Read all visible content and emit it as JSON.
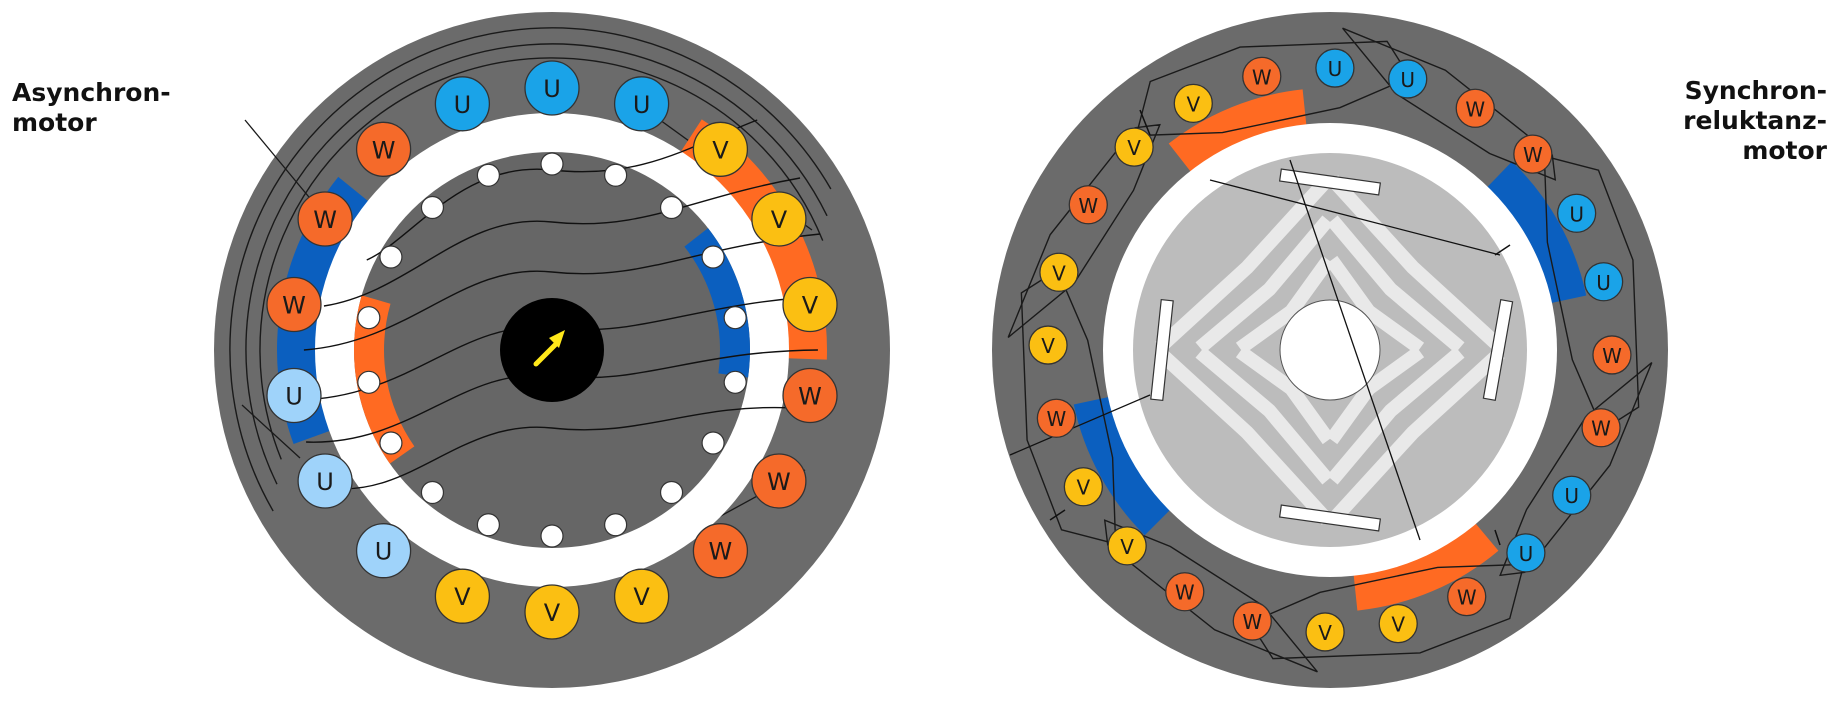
{
  "labels": {
    "left": [
      "Asynchron-",
      "motor"
    ],
    "right": [
      "Synchron-",
      "reluktanz-",
      "motor"
    ]
  },
  "phases": {
    "U": {
      "letter": "U",
      "color": "#1aa3e8",
      "light": "#9fd3fa"
    },
    "V": {
      "letter": "V",
      "color": "#fbbf12"
    },
    "W": {
      "letter": "W",
      "color": "#f56a2a"
    }
  },
  "colors": {
    "stator": "#6b6b6b",
    "rotor_left": "#666666",
    "shaft": "#000000",
    "airgap": "#ffffff",
    "orange_band": "#ff6a22",
    "blue_band": "#0b5fbf",
    "arrow": "#ffe81a",
    "rotor_right": "#bcbcbc",
    "barrier": "#e9e9e9"
  },
  "icons": {
    "direction": "arrow-icon"
  },
  "motors": {
    "left": {
      "coils": [
        "U",
        "U",
        "U",
        "V",
        "V",
        "V",
        "W",
        "W",
        "W",
        "V",
        "V",
        "V",
        "U",
        "U",
        "U",
        "W",
        "W",
        "W"
      ],
      "light_U_coils": [
        12,
        13,
        14
      ]
    },
    "right": {
      "coils": [
        "W",
        "U",
        "U",
        "W",
        "W",
        "U",
        "U",
        "W",
        "W",
        "U",
        "U",
        "W",
        "V",
        "V",
        "W",
        "W",
        "V",
        "V",
        "W",
        "V",
        "V",
        "W",
        "V",
        "V"
      ]
    }
  }
}
